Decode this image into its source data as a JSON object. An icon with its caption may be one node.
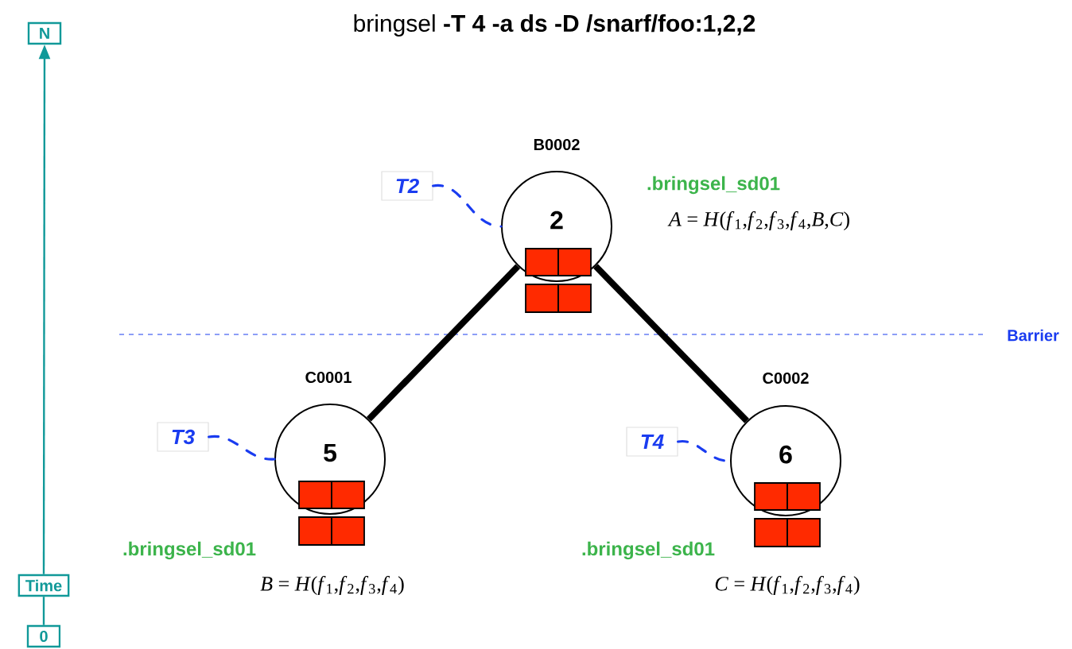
{
  "diagram": {
    "title": "bringsel **-T 4 -a ds -D /snarf/foo:1,2,2**",
    "nodes": [
      {
        "text": [
          "N"
        ]
      },
      {
        "text": [
          "Time"
        ]
      },
      {
        "text": [
          "0"
        ]
      },
      {
        "text": [
          "2"
        ],
        "beside": [
          "B0002",
          ".bringsel_sd01",
          "*A* = *H*(*f*$_{1}$,*f*$_{2}$,*f*$_{3}$,*f*$_{4}$,*B*,*C*)"
        ]
      },
      {
        "text": [
          "T2"
        ]
      },
      {
        "text": [
          "5"
        ],
        "beside": [
          "C0001",
          ".bringsel_sd01",
          "*B* = *H*(*f*$_{1}$,*f*$_{2}$,*f*$_{3}$,*f*$_{4}$)"
        ]
      },
      {
        "text": [
          "T3"
        ]
      },
      {
        "text": [
          "6"
        ],
        "beside": [
          "C0002",
          ".bringsel_sd01",
          "*C* = *H*(*f*$_{1}$,*f*$_{2}$,*f*$_{3}$,*f*$_{4}$)"
        ]
      },
      {
        "text": [
          "T4"
        ]
      }
    ],
    "edges": [
      {
        "from": 1,
        "to": 0,
        "arrow": "to",
        "color": "#119999"
      },
      {
        "from": 1,
        "to": 2,
        "arrow": "none",
        "color": "#119999"
      },
      {
        "from": 3,
        "to": 5,
        "arrow": "none",
        "style": "thick",
        "color": "#000000"
      },
      {
        "from": 3,
        "to": 7,
        "arrow": "none",
        "style": "thick",
        "color": "#000000"
      },
      {
        "from": 4,
        "to": 3,
        "arrow": "none",
        "style": "dashed",
        "color": "#1a3cf0"
      },
      {
        "from": 6,
        "to": 5,
        "arrow": "none",
        "style": "dashed",
        "color": "#1a3cf0"
      },
      {
        "from": 8,
        "to": 7,
        "arrow": "none",
        "style": "dashed",
        "color": "#1a3cf0"
      }
    ],
    "labels": [
      "Barrier"
    ]
  }
}
